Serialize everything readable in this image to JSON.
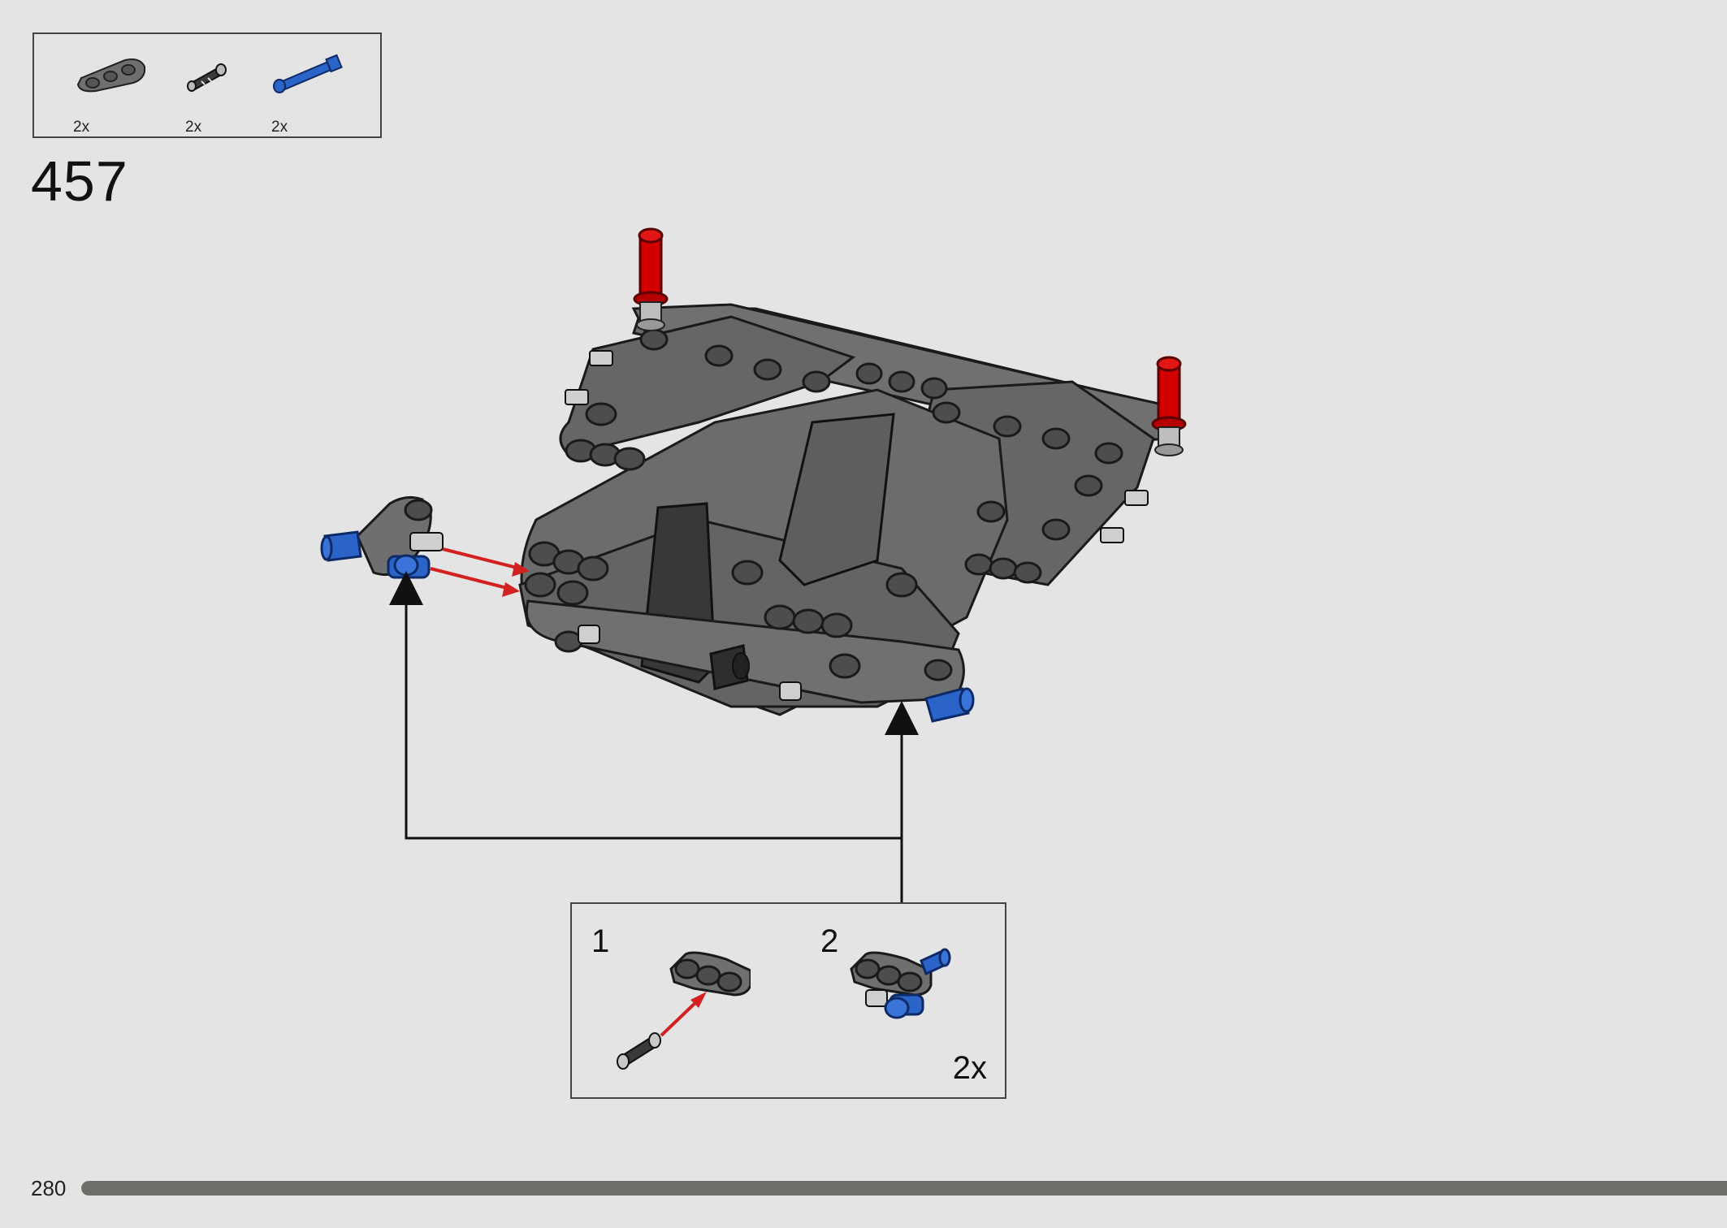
{
  "parts_list": [
    {
      "icon": "gray-3-hole-beam-icon",
      "quantity": "2x"
    },
    {
      "icon": "black-friction-pin-icon",
      "quantity": "2x"
    },
    {
      "icon": "blue-axle-pin-icon",
      "quantity": "2x"
    }
  ],
  "step_number": "457",
  "sub_assembly": {
    "steps": [
      {
        "number": "1"
      },
      {
        "number": "2"
      }
    ],
    "multiplier": "2x"
  },
  "page_number": "280",
  "progress_fraction": 1.0,
  "colors": {
    "background": "#e4e4e4",
    "beam_gray": "#6f6f6f",
    "pin_red": "#d40000",
    "pin_blue": "#2a64c8",
    "arrow_red": "#d32020",
    "progress": "#6e6e6a"
  }
}
